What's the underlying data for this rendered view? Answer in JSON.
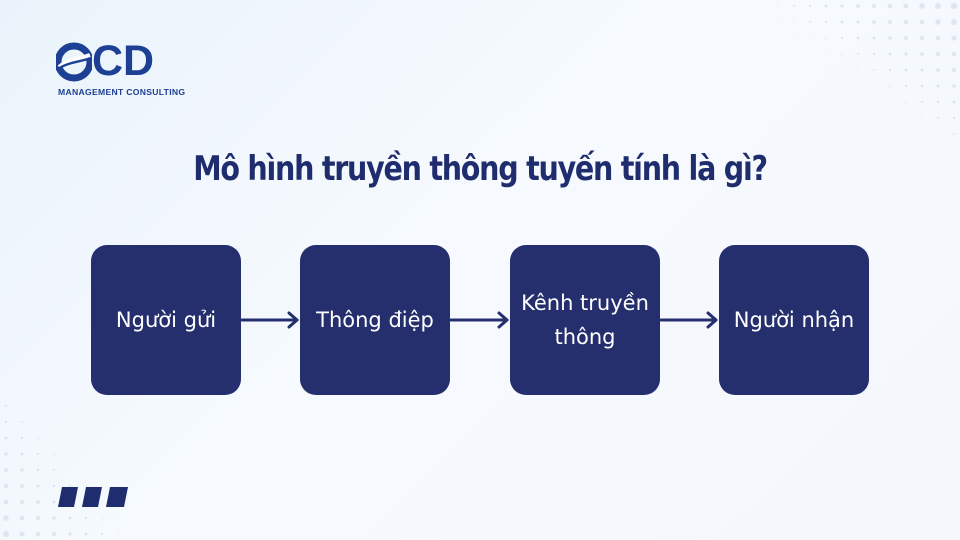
{
  "logo": {
    "mark": "CD",
    "subtitle": "MANAGEMENT CONSULTING",
    "icon": "swoosh-logo-icon",
    "color": "#1d3f94"
  },
  "title": "Mô hình truyền thông tuyến tính là gì?",
  "flow": {
    "steps": [
      {
        "label": "Người gửi"
      },
      {
        "label": "Thông điệp"
      },
      {
        "label": "Kênh truyền thông"
      },
      {
        "label": "Người nhận"
      }
    ],
    "box_color": "#252f6d",
    "arrow_color": "#252f6d",
    "text_color": "#ffffff"
  },
  "decoration": {
    "bars_icon": "three-bars-icon",
    "bars_color": "#1f2d6e"
  }
}
